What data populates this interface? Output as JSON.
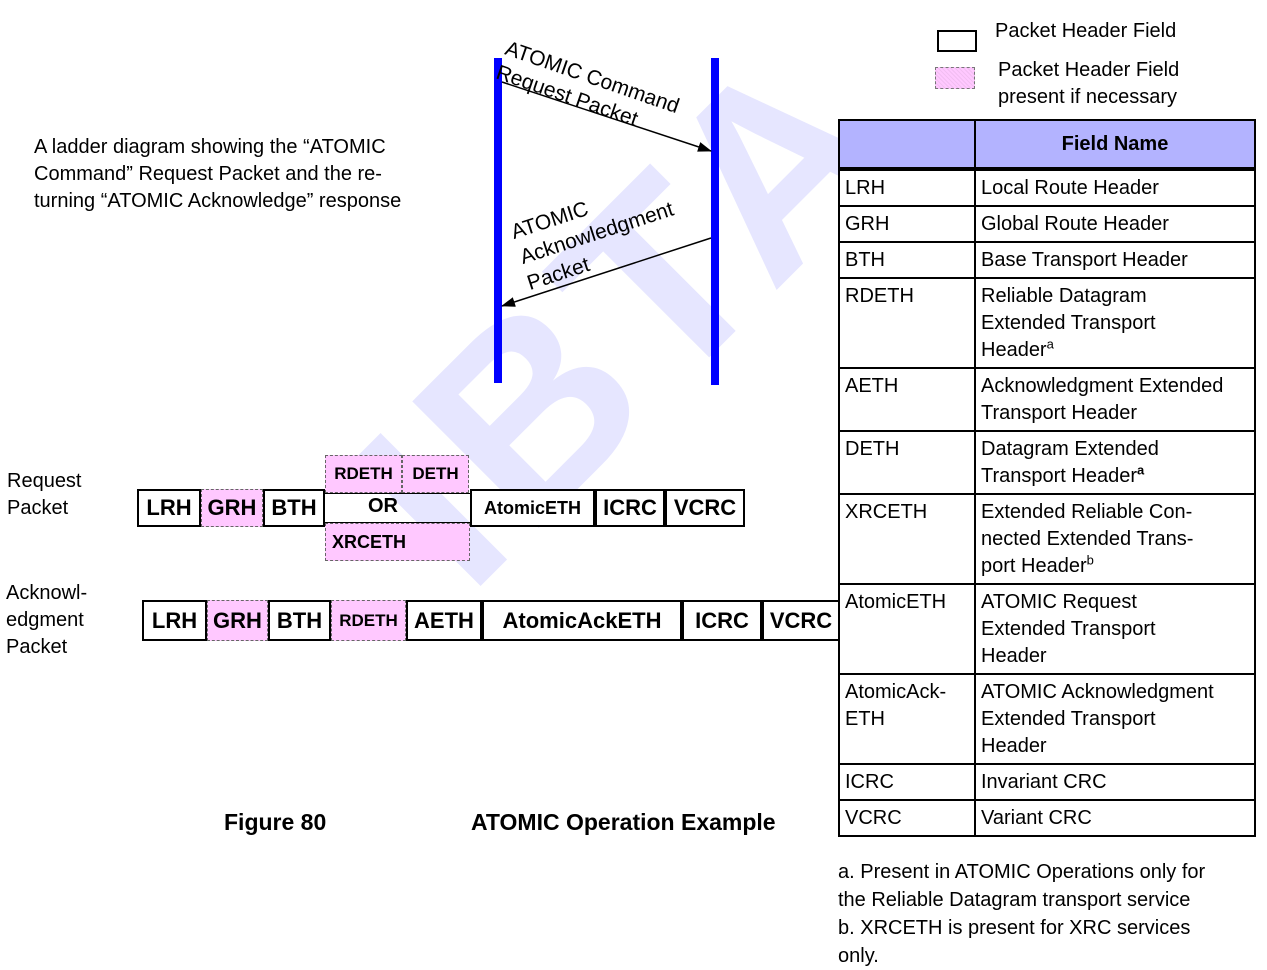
{
  "watermark": "IBTA",
  "description": {
    "lines": [
      "A ladder diagram showing the “ATOMIC",
      "Command” Request Packet and the re-",
      "turning “ATOMIC Acknowledge” response"
    ]
  },
  "legend": {
    "plain_label": "Packet Header Field",
    "optional_label_line1": "Packet Header Field",
    "optional_label_line2": "present if necessary"
  },
  "ladder": {
    "request_line1": "ATOMIC Command",
    "request_line2": "Request Packet",
    "ack_line1": "ATOMIC",
    "ack_line2": "Acknowledgment",
    "ack_line3": "Packet"
  },
  "request_packet": {
    "label_line1": "Request",
    "label_line2": "Packet",
    "fields": [
      "LRH",
      "GRH",
      "BTH",
      "AtomicETH",
      "ICRC",
      "VCRC"
    ],
    "alt_fields": [
      "RDETH",
      "DETH",
      "XRCETH"
    ],
    "or_label": "OR"
  },
  "ack_packet": {
    "label_line1": "Acknowl-",
    "label_line2": "edgment",
    "label_line3": "Packet",
    "fields": [
      "LRH",
      "GRH",
      "BTH",
      "RDETH",
      "AETH",
      "AtomicAckETH",
      "ICRC",
      "VCRC"
    ]
  },
  "figure": {
    "number": "Figure 80",
    "title": "ATOMIC Operation Example"
  },
  "table": {
    "header": "Field Name",
    "rows": [
      {
        "abbr": "LRH",
        "name": "Local Route Header",
        "note": ""
      },
      {
        "abbr": "GRH",
        "name": "Global Route Header",
        "note": ""
      },
      {
        "abbr": "BTH",
        "name": "Base Transport Header",
        "note": ""
      },
      {
        "abbr": "RDETH",
        "name_lines": [
          "Reliable Datagram",
          "Extended Transport",
          "Header"
        ],
        "note": "a"
      },
      {
        "abbr": "AETH",
        "name_lines": [
          "Acknowledgment Extended",
          "Transport Header"
        ],
        "note": ""
      },
      {
        "abbr": "DETH",
        "name_lines": [
          "Datagram Extended",
          "Transport Header"
        ],
        "note": "a"
      },
      {
        "abbr": "XRCETH",
        "name_lines": [
          "Extended Reliable Con-",
          "nected Extended Trans-",
          "port Header"
        ],
        "note": "b"
      },
      {
        "abbr": "AtomicETH",
        "name_lines": [
          "ATOMIC Request",
          "Extended Transport",
          "Header"
        ],
        "note": ""
      },
      {
        "abbr_lines": [
          "AtomicAck-",
          "ETH"
        ],
        "name_lines": [
          "ATOMIC Acknowledgment",
          "Extended Transport",
          "Header"
        ],
        "note": ""
      },
      {
        "abbr": "ICRC",
        "name": "Invariant CRC",
        "note": ""
      },
      {
        "abbr": "VCRC",
        "name": "Variant CRC",
        "note": ""
      }
    ]
  },
  "footnotes": {
    "a_line1": "a. Present in ATOMIC Operations only for",
    "a_line2": "the Reliable Datagram transport service",
    "b_line1": "b. XRCETH is present for XRC services",
    "b_line2": "only."
  }
}
